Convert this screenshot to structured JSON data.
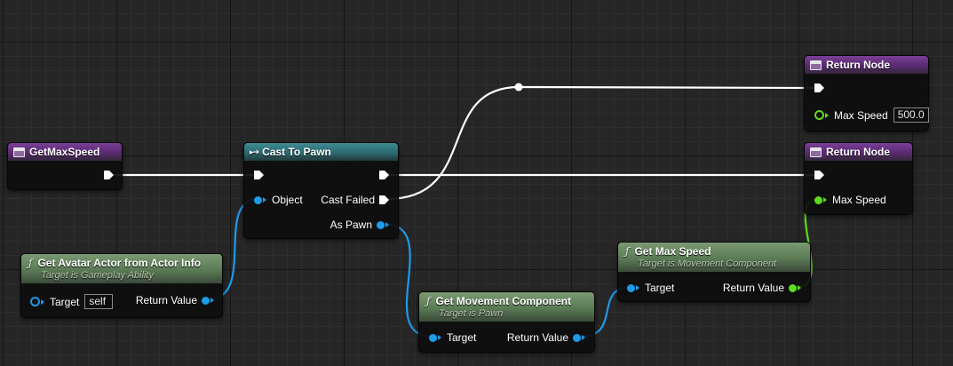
{
  "graph": {
    "nodes": {
      "get_max_speed_event": {
        "title": "GetMaxSpeed"
      },
      "cast_to_pawn": {
        "title": "Cast To Pawn",
        "pins": {
          "object": "Object",
          "cast_failed": "Cast Failed",
          "as_pawn": "As Pawn"
        }
      },
      "get_avatar_actor": {
        "icon": "function-icon",
        "title": "Get Avatar Actor from Actor Info",
        "subtitle": "Target is Gameplay Ability",
        "pins": {
          "target": "Target",
          "target_value": "self",
          "return_value": "Return Value"
        }
      },
      "get_movement_component": {
        "icon": "function-icon",
        "title": "Get Movement Component",
        "subtitle": "Target is Pawn",
        "pins": {
          "target": "Target",
          "return_value": "Return Value"
        }
      },
      "get_max_speed_fn": {
        "icon": "function-icon",
        "title": "Get Max Speed",
        "subtitle": "Target is Movement Component",
        "pins": {
          "target": "Target",
          "return_value": "Return Value"
        }
      },
      "return_node_top": {
        "title": "Return Node",
        "pins": {
          "max_speed": "Max Speed",
          "max_speed_value": "500.0"
        }
      },
      "return_node_bottom": {
        "title": "Return Node",
        "pins": {
          "max_speed": "Max Speed"
        }
      }
    },
    "colors": {
      "exec_wire": "#ffffff",
      "object_wire": "#1e9ae8",
      "float_wire": "#5edc1f",
      "event_header": "#5a2a72",
      "cast_header": "#2b6a70",
      "function_header": "#5a7a55"
    }
  }
}
